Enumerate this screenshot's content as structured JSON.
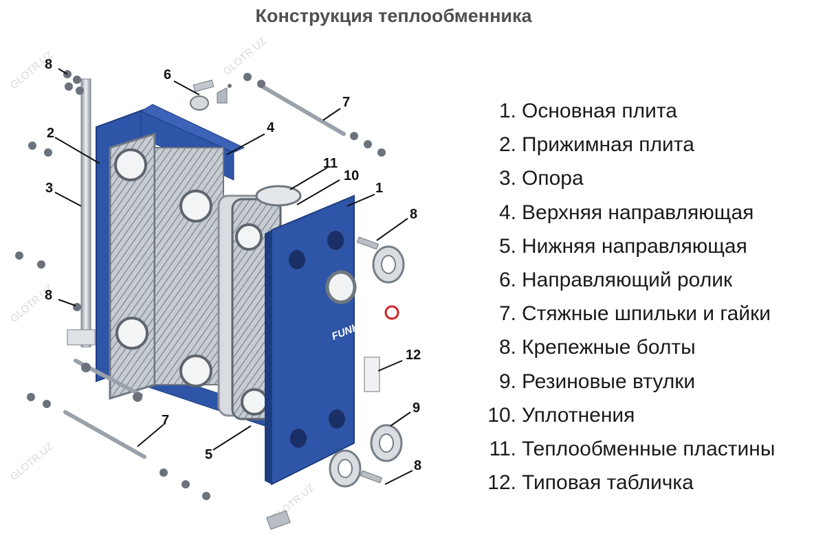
{
  "title": "Конструкция теплообменника",
  "brand": "FUNKE",
  "watermark": "GLOTR.UZ",
  "colors": {
    "plate_blue": "#2f55a8",
    "plate_blue_dark": "#1e3c80",
    "steel_light": "#e6e9ee",
    "steel_mid": "#b8bec7",
    "steel_dark": "#6f7780",
    "title_gray": "#505050",
    "brand_red": "#d42020"
  },
  "callouts": [
    {
      "id": "c1",
      "label": "1"
    },
    {
      "id": "c2",
      "label": "2"
    },
    {
      "id": "c3",
      "label": "3"
    },
    {
      "id": "c4",
      "label": "4"
    },
    {
      "id": "c5",
      "label": "5"
    },
    {
      "id": "c6",
      "label": "6"
    },
    {
      "id": "c7a",
      "label": "7"
    },
    {
      "id": "c7b",
      "label": "7"
    },
    {
      "id": "c8a",
      "label": "8"
    },
    {
      "id": "c8b",
      "label": "8"
    },
    {
      "id": "c8c",
      "label": "8"
    },
    {
      "id": "c8d",
      "label": "8"
    },
    {
      "id": "c9",
      "label": "9"
    },
    {
      "id": "c10",
      "label": "10"
    },
    {
      "id": "c11",
      "label": "11"
    },
    {
      "id": "c12",
      "label": "12"
    }
  ],
  "legend": [
    {
      "num": "1.",
      "text": "Основная плита"
    },
    {
      "num": "2.",
      "text": "Прижимная плита"
    },
    {
      "num": "3.",
      "text": "Опора"
    },
    {
      "num": "4.",
      "text": "Верхняя направляющая"
    },
    {
      "num": "5.",
      "text": "Нижняя направляющая"
    },
    {
      "num": "6.",
      "text": "Направляющий ролик"
    },
    {
      "num": "7.",
      "text": "Стяжные шпильки и гайки"
    },
    {
      "num": "8.",
      "text": "Крепежные болты"
    },
    {
      "num": "9.",
      "text": "Резиновые втулки"
    },
    {
      "num": "10.",
      "text": "Уплотнения"
    },
    {
      "num": "11.",
      "text": "Теплообменные пластины"
    },
    {
      "num": "12.",
      "text": "Типовая табличка"
    }
  ]
}
